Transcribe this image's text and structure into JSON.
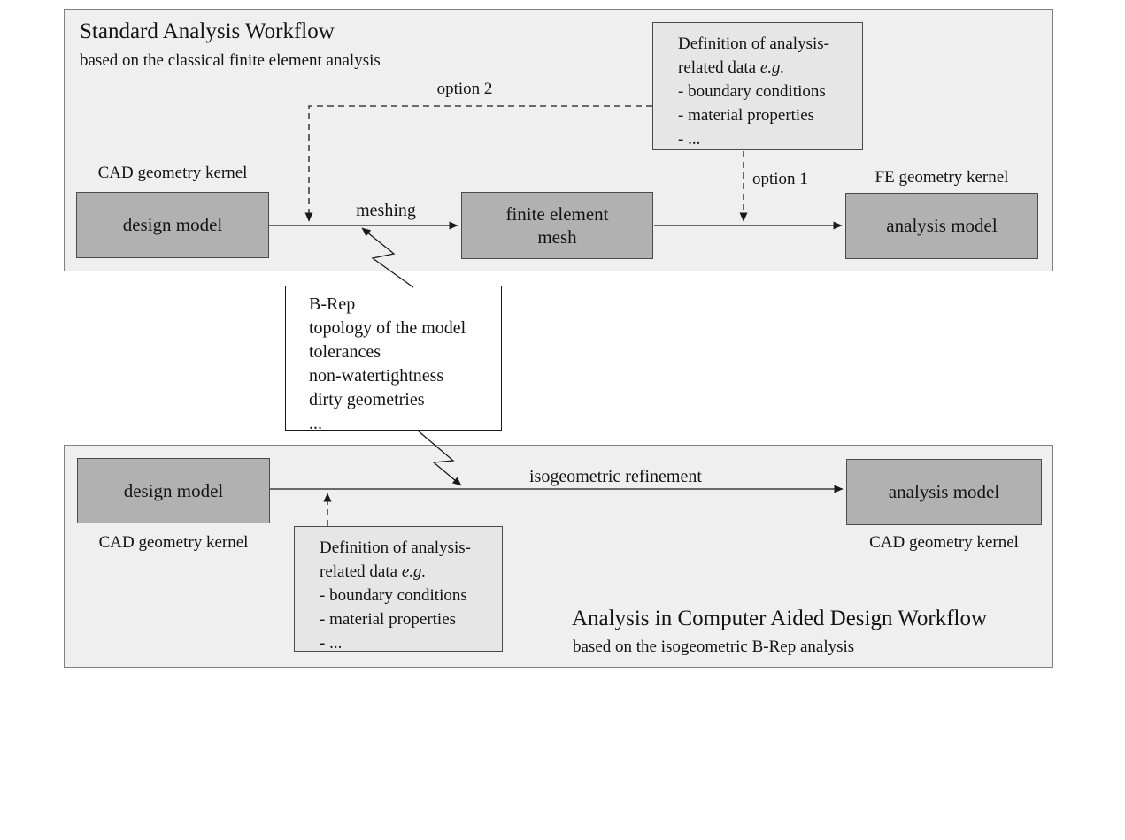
{
  "colors": {
    "panel_fill": "#efefef",
    "panel_border": "#7f7f7f",
    "box_fill": "#b1b1b1",
    "box_border": "#4a4a4a",
    "defbox_fill": "#e6e6e6",
    "brep_fill": "#ffffff",
    "line_color": "#1a1a1a",
    "text_color": "#141414"
  },
  "top_panel": {
    "title": "Standard Analysis Workflow",
    "subtitle": "based on the classical finite element analysis",
    "cad_kernel_label": "CAD geometry kernel",
    "fe_kernel_label": "FE geometry kernel",
    "design_model_label": "design model",
    "fe_mesh_label": [
      "finite element",
      "mesh"
    ],
    "analysis_model_label": "analysis model",
    "meshing_label": "meshing",
    "option1_label": "option 1",
    "option2_label": "option 2"
  },
  "definition_box": {
    "line1": "Definition of analysis-",
    "line2_prefix": "related data ",
    "line2_italic": "e.g.",
    "line3": "- boundary conditions",
    "line4": "- material properties",
    "line5": "- ..."
  },
  "brep_box": {
    "lines": [
      "B-Rep",
      "topology of the model",
      "tolerances",
      "non-watertightness",
      "dirty geometries",
      "..."
    ]
  },
  "bottom_panel": {
    "title": "Analysis in Computer Aided Design Workflow",
    "subtitle": "based on the isogeometric B-Rep analysis",
    "design_model_label": "design model",
    "analysis_model_label": "analysis model",
    "cad_kernel_label_left": "CAD geometry kernel",
    "cad_kernel_label_right": "CAD geometry kernel",
    "refinement_label": "isogeometric refinement"
  }
}
